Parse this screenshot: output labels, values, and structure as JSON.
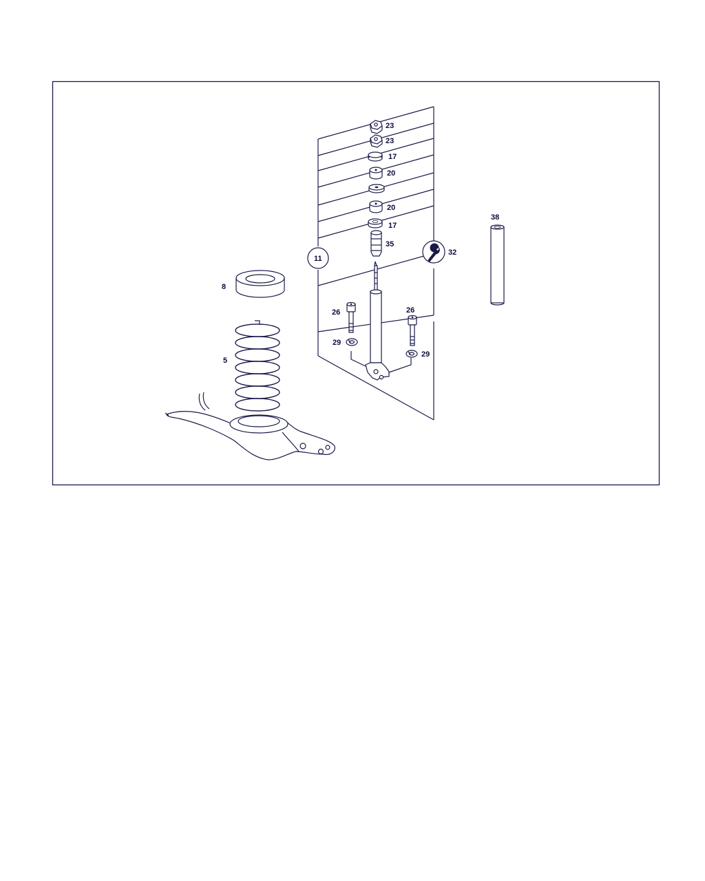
{
  "diagram": {
    "colors": {
      "ink": "#1a1a4a",
      "label": "#0b0b3a",
      "background": "#ffffff"
    },
    "labels": {
      "p23a": "23",
      "p23b": "23",
      "p17a": "17",
      "p20a": "20",
      "p20b": "20",
      "p17b": "17",
      "p35": "35",
      "p11": "11",
      "p32": "32",
      "p38": "38",
      "p8": "8",
      "p5": "5",
      "p26a": "26",
      "p26b": "26",
      "p29a": "29",
      "p29b": "29"
    },
    "icons": {
      "p32": "wrench-icon"
    }
  }
}
